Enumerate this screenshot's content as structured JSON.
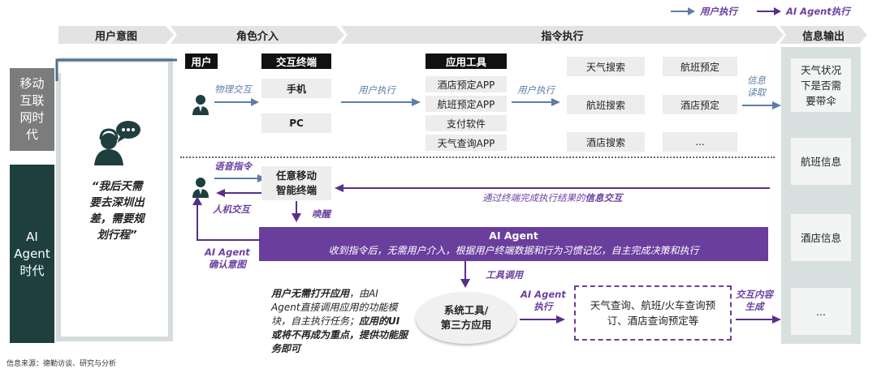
{
  "legend": {
    "user_exec": "用户执行",
    "agent_exec": "AI Agent执行"
  },
  "phases": [
    "用户意图",
    "角色介入",
    "指令执行",
    "信息输出"
  ],
  "eras": {
    "mobile": "移动\n互联\n网时\n代",
    "ai": "AI\nAgent\n时代"
  },
  "quote": "“我后天需\n要去深圳出\n差，需要规\n划行程”",
  "mobile": {
    "user_label": "用户",
    "terminal_label": "交互终端",
    "physical_interaction": "物理交互",
    "devices": [
      "手机",
      "PC"
    ],
    "user_exec_1": "用户执行",
    "app_tools_label": "应用工具",
    "apps": [
      "酒店预定APP",
      "航班预定APP",
      "支付软件",
      "天气查询APP"
    ],
    "user_exec_2": "用户执行",
    "services": [
      [
        "天气搜索",
        "航班预定"
      ],
      [
        "航班搜索",
        "酒店预定"
      ],
      [
        "酒店搜索",
        "..."
      ]
    ],
    "info_read": "信息\n读取"
  },
  "ai": {
    "voice_cmd": "语音指令",
    "hci": "人机交互",
    "terminal": "任意移动\n智能终端",
    "wake": "唤醒",
    "info_exchange_prefix": "通过终端完成执行结果的",
    "info_exchange_em": "信息交互",
    "agent_confirm": "AI Agent\n确认意图",
    "agent_title": "AI Agent",
    "agent_desc": "收到指令后，无需用户介入，根据用户终端数据和行为习惯记忆，自主完成决策和执行",
    "tool_call": "工具调用",
    "note": {
      "p1": "用户无需打开应用",
      "p2": "，由AI Agent直接调用应用的功能模块，自主执行任务；",
      "p3": "应用的UI或将不再成为重点，提供功能服务即可"
    },
    "system_tools": "系统工具/\n第三方应用",
    "agent_exec": "AI Agent\n执行",
    "tasks": "天气查询、航班/火车查询预订、酒店查询预定等",
    "content_gen": "交互内容\n生成"
  },
  "outputs": [
    "天气状况\n下是否需\n要带伞",
    "航班信息",
    "酒店信息",
    "..."
  ],
  "source": "信息来源：德勤访谈、研究与分析"
}
